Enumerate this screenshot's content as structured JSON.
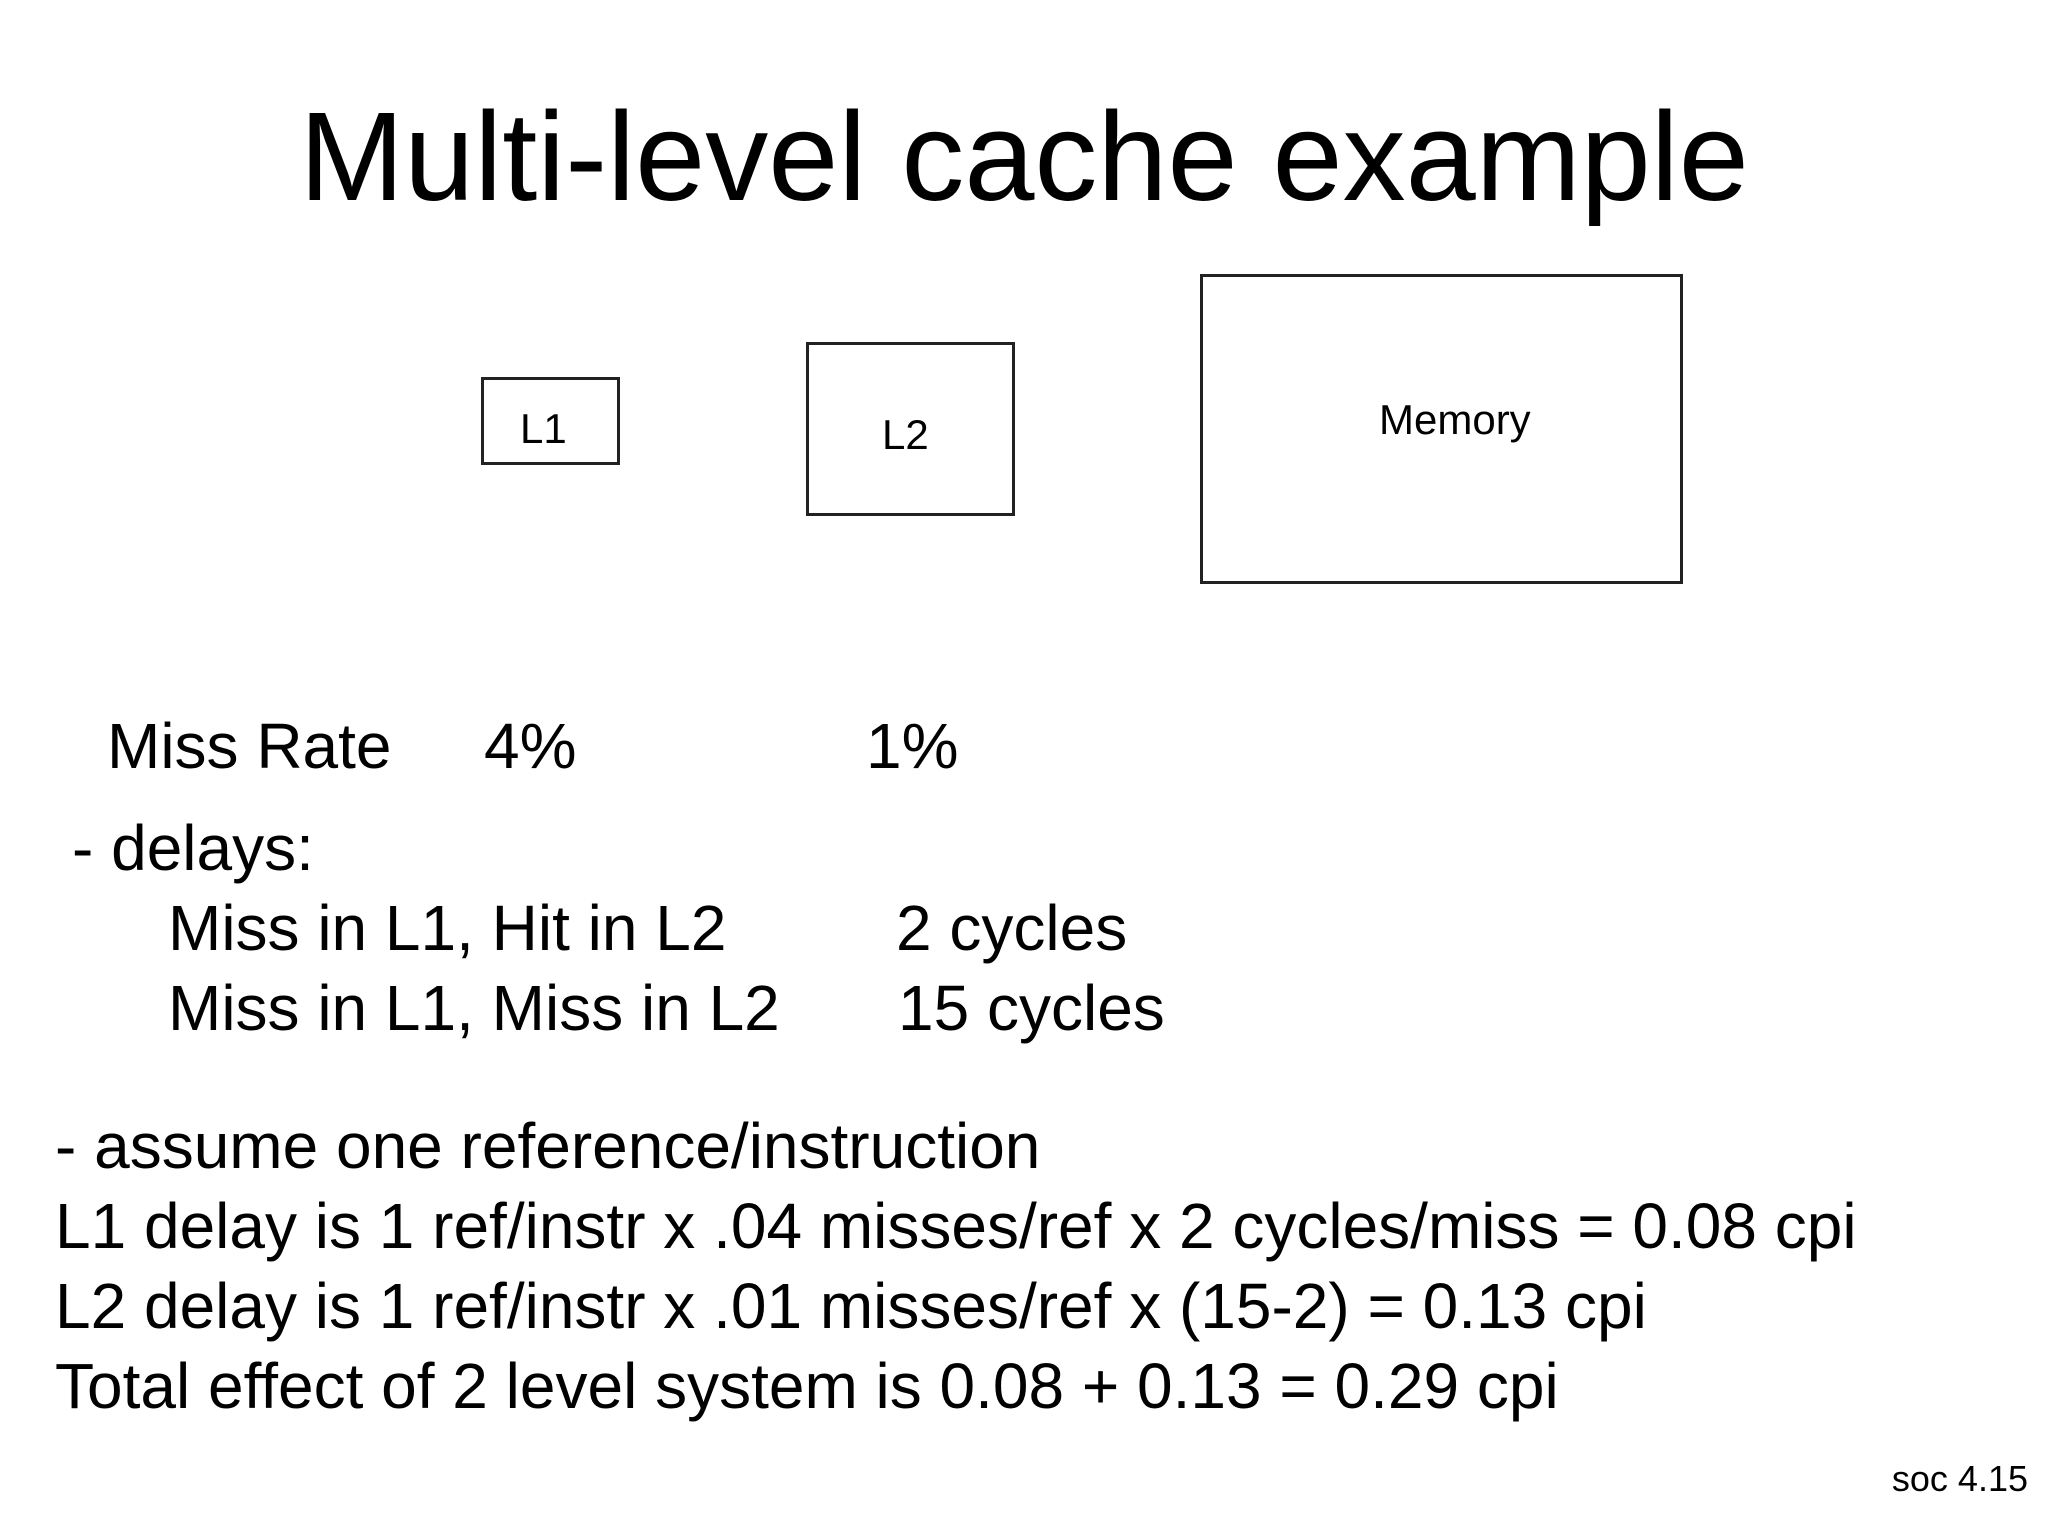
{
  "title": "Multi-level cache example",
  "diagram": {
    "l1_label": "L1",
    "l2_label": "L2",
    "memory_label": "Memory"
  },
  "miss_rate": {
    "label": "Miss Rate",
    "l1": "4%",
    "l2": "1%"
  },
  "delays": {
    "heading": "- delays:",
    "rows": [
      {
        "case": "Miss in L1, Hit in L2",
        "value": "2 cycles"
      },
      {
        "case": "Miss in L1, Miss in L2",
        "value": "15 cycles"
      }
    ]
  },
  "calculation": {
    "lines": [
      "- assume one reference/instruction",
      "L1 delay is 1 ref/instr x .04 misses/ref x 2 cycles/miss = 0.08 cpi",
      "L2 delay is 1 ref/instr x .01 misses/ref x (15-2) = 0.13 cpi",
      "Total effect of 2 level system is 0.08 + 0.13 = 0.29 cpi"
    ]
  },
  "footer": "soc 4.15"
}
